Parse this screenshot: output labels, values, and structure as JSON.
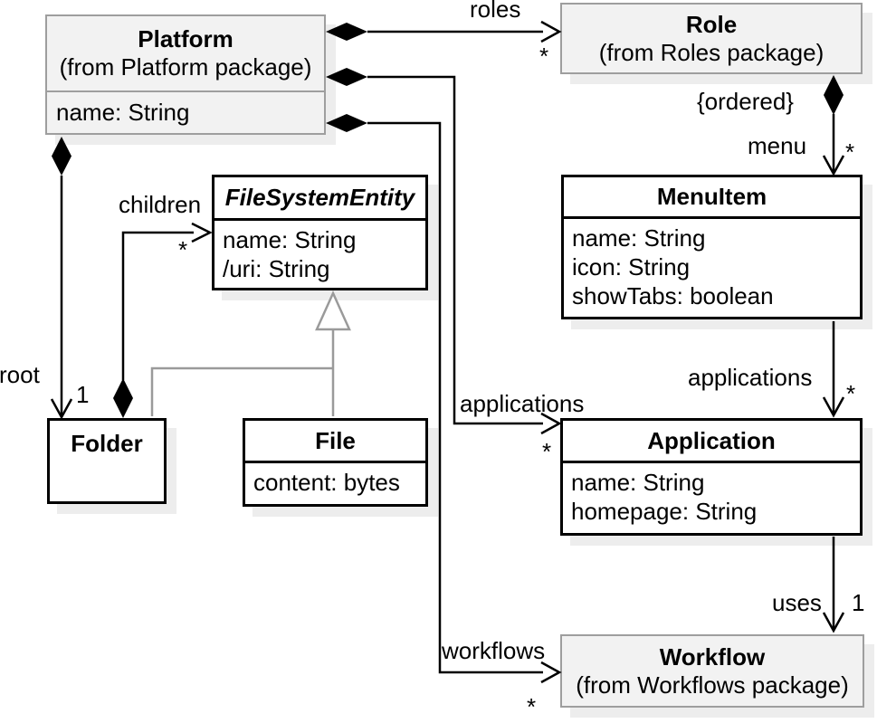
{
  "classes": {
    "platform": {
      "name": "Platform",
      "package": "(from Platform package)",
      "attributes": [
        "name: String"
      ]
    },
    "role": {
      "name": "Role",
      "package": "(from Roles package)",
      "attributes": []
    },
    "menu_item": {
      "name": "MenuItem",
      "attributes": [
        "name: String",
        "icon: String",
        "showTabs: boolean"
      ]
    },
    "file_system_entity": {
      "name": "FileSystemEntity",
      "abstract": true,
      "attributes": [
        "name: String",
        "/uri: String"
      ]
    },
    "folder": {
      "name": "Folder",
      "attributes": []
    },
    "file": {
      "name": "File",
      "attributes": [
        "content: bytes"
      ]
    },
    "application": {
      "name": "Application",
      "attributes": [
        "name: String",
        "homepage: String"
      ]
    },
    "workflow": {
      "name": "Workflow",
      "package": "(from Workflows package)",
      "attributes": []
    }
  },
  "associations": {
    "roles": {
      "label": "roles",
      "multiplicity": "*"
    },
    "menu": {
      "label": "menu",
      "multiplicity": "*",
      "constraint": "{ordered}"
    },
    "children": {
      "label": "children",
      "multiplicity": "*"
    },
    "root": {
      "label": "root",
      "multiplicity": "1"
    },
    "platform_applications": {
      "label": "applications",
      "multiplicity": "*"
    },
    "menu_applications": {
      "label": "applications",
      "multiplicity": "*"
    },
    "uses": {
      "label": "uses",
      "multiplicity": "1"
    },
    "workflows": {
      "label": "workflows",
      "multiplicity": "*"
    }
  },
  "colors": {
    "background": "#ffffff",
    "node_fill": "#ffffff",
    "node_border": "#000000",
    "package_node_fill": "#f2f2f2",
    "package_node_border": "#9e9e9e",
    "edge": "#000000",
    "generalization_edge": "#9a9a9a",
    "shadow": "#ededed"
  }
}
